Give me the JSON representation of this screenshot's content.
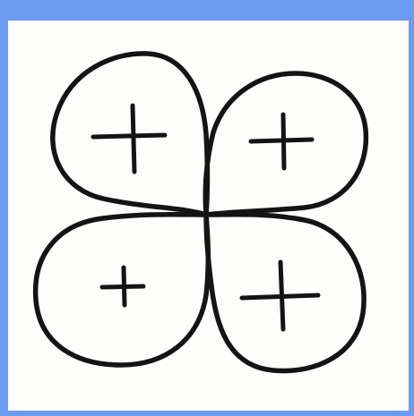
{
  "colors": {
    "frame": "#6b9cf2",
    "paper": "#fdfdfb",
    "ink": "#141414"
  },
  "lobes": [
    {
      "name": "top-left",
      "sign": "+"
    },
    {
      "name": "top-right",
      "sign": "+"
    },
    {
      "name": "bottom-left",
      "sign": "+"
    },
    {
      "name": "bottom-right",
      "sign": "+"
    }
  ]
}
